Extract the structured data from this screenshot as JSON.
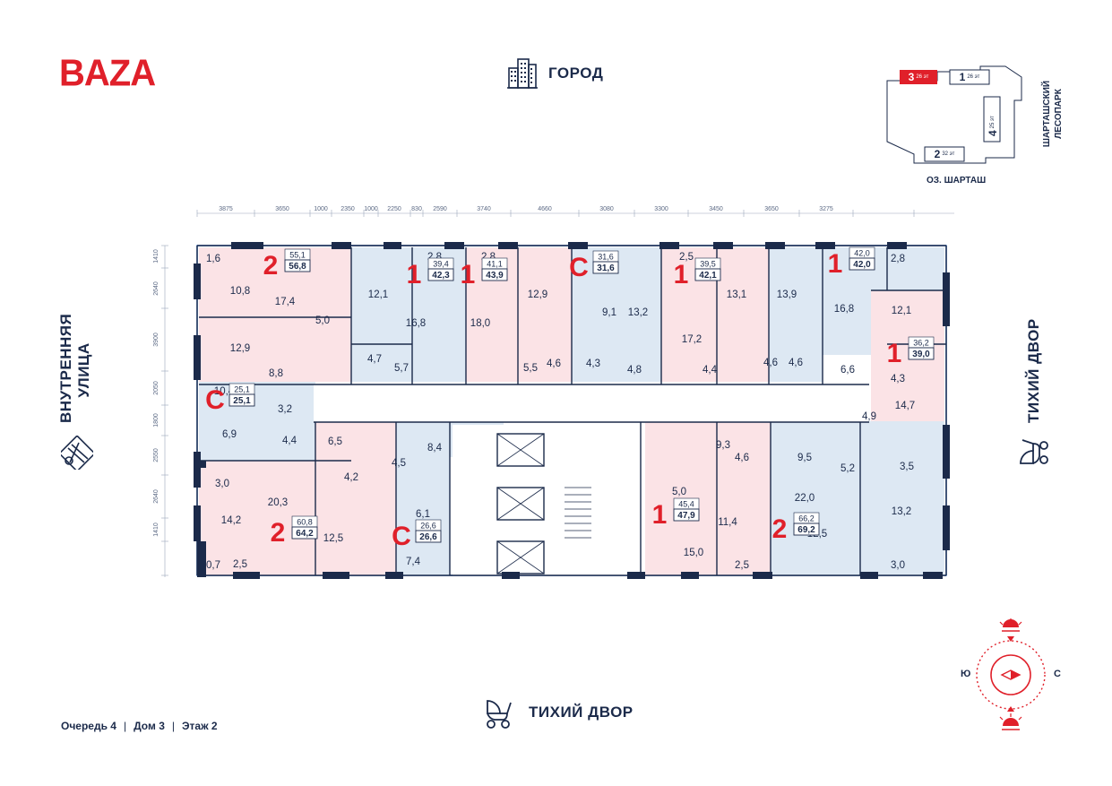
{
  "brand": "BAZA",
  "labels": {
    "top": "ГОРОД",
    "left": "ВНУТРЕННЯЯ УЛИЦА",
    "right": "ТИХИЙ ДВОР",
    "bottom": "ТИХИЙ ДВОР"
  },
  "keymap": {
    "buildings": [
      {
        "num": "3",
        "floors": "26 эт",
        "active": true
      },
      {
        "num": "1",
        "floors": "26 эт",
        "active": false
      },
      {
        "num": "4",
        "floors": "25 эт",
        "active": false
      },
      {
        "num": "2",
        "floors": "32 эт",
        "active": false
      }
    ],
    "side_label": "ШАРТАШСКИЙ ЛЕСОПАРК",
    "bottom_label": "ОЗ. ШАРТАШ"
  },
  "footer": {
    "queue": "Очередь 4",
    "house": "Дом 3",
    "floor": "Этаж 2"
  },
  "compass": {
    "left": "Ю",
    "right": "С"
  },
  "dims_top": [
    "3875",
    "3650",
    "1000",
    "2350",
    "1000",
    "2250",
    "830",
    "2590",
    "3740",
    "4660",
    "3080",
    "3300",
    "3450",
    "3650",
    "3275"
  ],
  "dims_left": [
    "1410",
    "2640",
    "3900",
    "2050",
    "1800",
    "2550",
    "2640",
    "1410"
  ],
  "apartments": [
    {
      "type": "2",
      "area_living": "55,1",
      "area_total": "56,8"
    },
    {
      "type": "1",
      "area_living": "39,4",
      "area_total": "42,3"
    },
    {
      "type": "1",
      "area_living": "41,1",
      "area_total": "43,9"
    },
    {
      "type": "С",
      "area_living": "31,6",
      "area_total": "31,6"
    },
    {
      "type": "1",
      "area_living": "39,5",
      "area_total": "42,1"
    },
    {
      "type": "1",
      "area_living": "42,0",
      "area_total": "42,0"
    },
    {
      "type": "1",
      "area_living": "36,2",
      "area_total": "39,0"
    },
    {
      "type": "С",
      "area_living": "25,1",
      "area_total": "25,1"
    },
    {
      "type": "2",
      "area_living": "60,8",
      "area_total": "64,2"
    },
    {
      "type": "С",
      "area_living": "26,6",
      "area_total": "26,6"
    },
    {
      "type": "1",
      "area_living": "45,4",
      "area_total": "47,9"
    },
    {
      "type": "2",
      "area_living": "66,2",
      "area_total": "69,2"
    }
  ],
  "rooms": [
    "1,6",
    "10,8",
    "17,4",
    "5,0",
    "12,9",
    "8,8",
    "12,1",
    "16,8",
    "4,7",
    "5,7",
    "2,8",
    "2,8",
    "18,0",
    "12,9",
    "5,5",
    "4,6",
    "9,1",
    "13,2",
    "4,3",
    "4,8",
    "2,5",
    "17,2",
    "13,1",
    "4,4",
    "13,9",
    "4,6",
    "4,6",
    "16,8",
    "6,6",
    "2,8",
    "12,1",
    "4,3",
    "14,7",
    "4,9",
    "10,4",
    "3,2",
    "6,9",
    "4,4",
    "6,5",
    "8,4",
    "4,2",
    "4,5",
    "3,0",
    "20,3",
    "14,2",
    "12,5",
    "6,1",
    "7,4",
    "0,7",
    "2,5",
    "9,3",
    "5,0",
    "4,6",
    "15,0",
    "11,4",
    "2,5",
    "9,5",
    "22,0",
    "12,5",
    "5,2",
    "3,5",
    "13,2",
    "3,0"
  ]
}
